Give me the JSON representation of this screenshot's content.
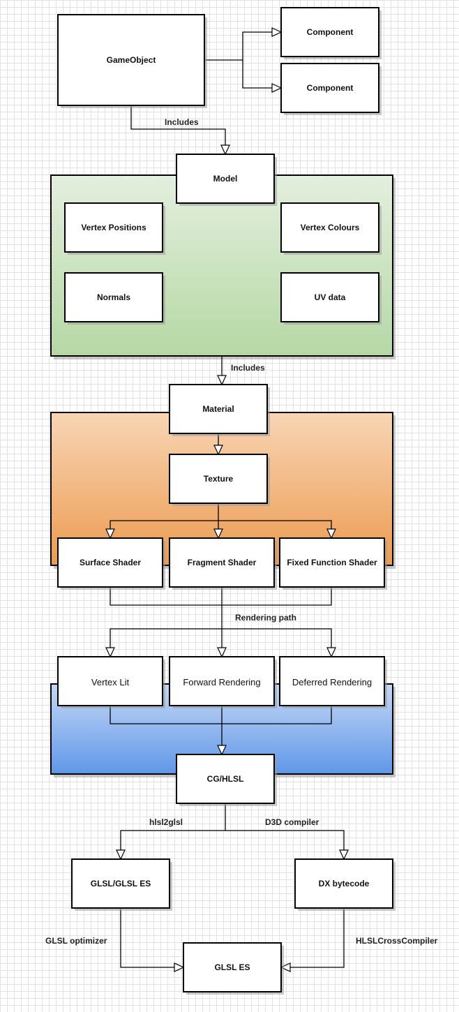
{
  "diagram": {
    "nodes": {
      "gameobject": "GameObject",
      "component1": "Component",
      "component2": "Component",
      "model": "Model",
      "vertex_positions": "Vertex Positions",
      "vertex_colours": "Vertex Colours",
      "normals": "Normals",
      "uv_data": "UV data",
      "material": "Material",
      "texture": "Texture",
      "surface_shader": "Surface Shader",
      "fragment_shader": "Fragment Shader",
      "fixed_function_shader": "Fixed Function Shader",
      "vertex_lit": "Vertex Lit",
      "forward_rendering": "Forward Rendering",
      "deferred_rendering": "Deferred Rendering",
      "cg_hlsl": "CG/HLSL",
      "glsl_glsles": "GLSL/GLSL ES",
      "dx_bytecode": "DX bytecode",
      "glsl_es": "GLSL ES"
    },
    "edges": {
      "includes_model": "Includes",
      "includes_material": "Includes",
      "rendering_path": "Rendering path",
      "hlsl2glsl": "hlsl2glsl",
      "d3d_compiler": "D3D compiler",
      "glsl_optimizer": "GLSL optimizer",
      "hlsl_cross_compiler": "HLSLCrossCompiler"
    },
    "colors": {
      "model_group_top": "#e4efdf",
      "model_group_bottom": "#b5d8a4",
      "material_group_top": "#f8d5b5",
      "material_group_bottom": "#ec9b4f",
      "render_group_top": "#c5d8f5",
      "render_group_bottom": "#5f97e8",
      "box_fill": "#ffffff",
      "stroke": "#000000"
    }
  }
}
